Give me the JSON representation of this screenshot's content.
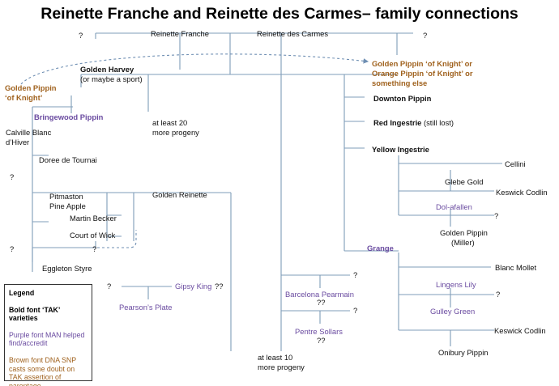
{
  "title": "Reinette Franche and Reinette des Carmes– family connections",
  "colors": {
    "line": "#7f9db9",
    "man": "#6a4ba0",
    "brown": "#a0621e",
    "dashed": "#6f8fb3"
  },
  "nodes": {
    "q_top_left": "?",
    "reinette_franche": "Reinette Franche",
    "reinette_des_carmes": "Reinette des Carmes",
    "q_top_right": "?",
    "golden_harvey": "Golden Harvey",
    "golden_harvey_note": "(or maybe a sport)",
    "golden_pippin_knight_left": [
      "Golden Pippin",
      "‘of Knight’"
    ],
    "golden_pippin_knight_right": [
      "Golden Pippin ‘of Knight’ or",
      "Orange Pippin ‘of Knight’ or",
      "something else"
    ],
    "bringewood_pippin": "Bringewood Pippin",
    "calville_blanc": [
      "Calville Blanc",
      "d’Hiver"
    ],
    "doree_de_tournai": "Doree de Tournai",
    "q_mid_left": "?",
    "pitmaston": [
      "Pitmaston",
      "Pine Apple"
    ],
    "martin_becker": "Martin Becker",
    "court_of_wick": "Court of Wick",
    "q_cow_left": "?",
    "q_cow_right": "?",
    "eggleton_styre": "Eggleton Styre",
    "at_least_20": [
      "at least 20",
      "more progeny"
    ],
    "golden_reinette": "Golden Reinette",
    "q_gipsy_left": "?",
    "gipsy_king": "Gipsy King",
    "gipsy_qq": "??",
    "pearsons_plate": "Pearson’s Plate",
    "downton_pippin": "Downton Pippin",
    "red_ingestrie": "Red Ingestrie",
    "red_ingestrie_note": "(still lost)",
    "yellow_ingestrie": "Yellow Ingestrie",
    "cellini": "Cellini",
    "glebe_gold": "Glebe Gold",
    "keswick_codlin_1": "Keswick  Codlin",
    "dol_afallen": "Dol-afallen",
    "q_dol": "?",
    "golden_pippin_miller": [
      "Golden Pippin",
      "(Miller)"
    ],
    "grange": "Grange",
    "blanc_mollet": "Blanc Mollet",
    "lingens_lily": "Lingens Lily",
    "q_lingens": "?",
    "gulley_green": "Gulley Green",
    "keswick_codlin_2": "Keswick  Codlin",
    "onibury_pippin": "Onibury Pippin",
    "q_barcelona": "?",
    "barcelona_pearmain": "Barcelona Pearmain",
    "barcelona_qq": "??",
    "q_pentre": "?",
    "pentre_sollars": "Pentre Sollars",
    "pentre_qq": "??",
    "at_least_10": [
      "at least 10",
      "more progeny"
    ]
  },
  "legend": {
    "title": "Legend",
    "bold": "Bold font ‘TAK’ varieties",
    "man": "Purple font MAN helped find/accredit",
    "brown": "Brown font DNA SNP casts some doubt on TAK assertion of parentage"
  }
}
